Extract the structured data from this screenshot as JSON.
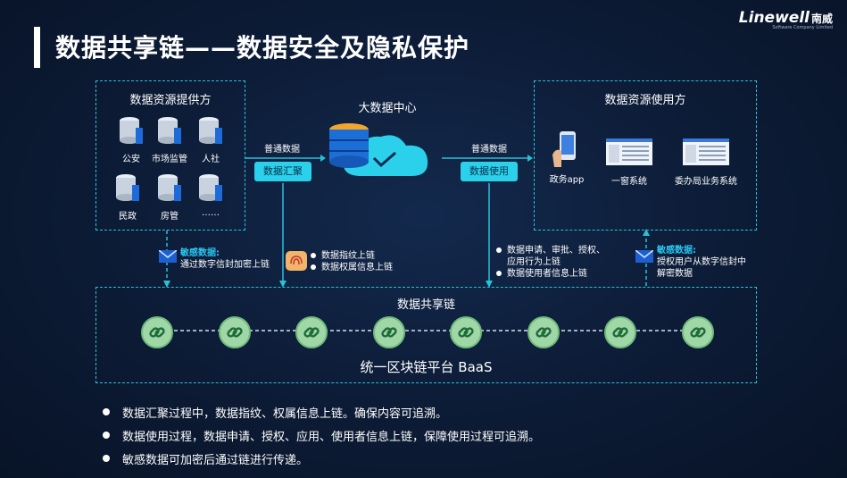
{
  "title": "数据共享链——数据安全及隐私保护",
  "logo": {
    "brand": "Linewell",
    "brand_cn": "南威",
    "sub": "Software Company Limited"
  },
  "provider": {
    "title": "数据资源提供方",
    "items": [
      "公安",
      "市场监管",
      "人社",
      "民政",
      "房管",
      "……"
    ]
  },
  "center": {
    "title": "大数据中心"
  },
  "user": {
    "title": "数据资源使用方",
    "items": [
      "政务app",
      "一窗系统",
      "委办局业务系统"
    ]
  },
  "flow": {
    "left_label": "普通数据",
    "left_button": "数据汇聚",
    "right_label": "普通数据",
    "right_button": "数据使用"
  },
  "sensitive_left": {
    "heading": "敏感数据:",
    "text": "通过数字信封加密上链"
  },
  "fingerprint": {
    "items": [
      "数据指纹上链",
      "数据权属信息上链"
    ]
  },
  "usage_info": {
    "items": [
      "数据申请、审批、授权、应用行为上链",
      "数据使用者信息上链"
    ],
    "item1_line1": "数据申请、审批、授权、",
    "item1_line2": "应用行为上链"
  },
  "sensitive_right": {
    "heading": "敏感数据:",
    "line1": "授权用户从数字信封中",
    "line2": "解密数据"
  },
  "chain": {
    "title": "数据共享链",
    "platform": "统一区块链平台 BaaS",
    "node_count": 8
  },
  "bullets": [
    "数据汇聚过程中，数据指纹、权属信息上链。确保内容可追溯。",
    "数据使用过程，数据申请、授权、应用、使用者信息上链，保障使用过程可追溯。",
    "敏感数据可加密后通过链进行传递。"
  ],
  "colors": {
    "accent": "#2bd0ea",
    "dashed": "#2ac0d8",
    "node": "#9fd8a6",
    "sensitive": "#29c6f0"
  }
}
